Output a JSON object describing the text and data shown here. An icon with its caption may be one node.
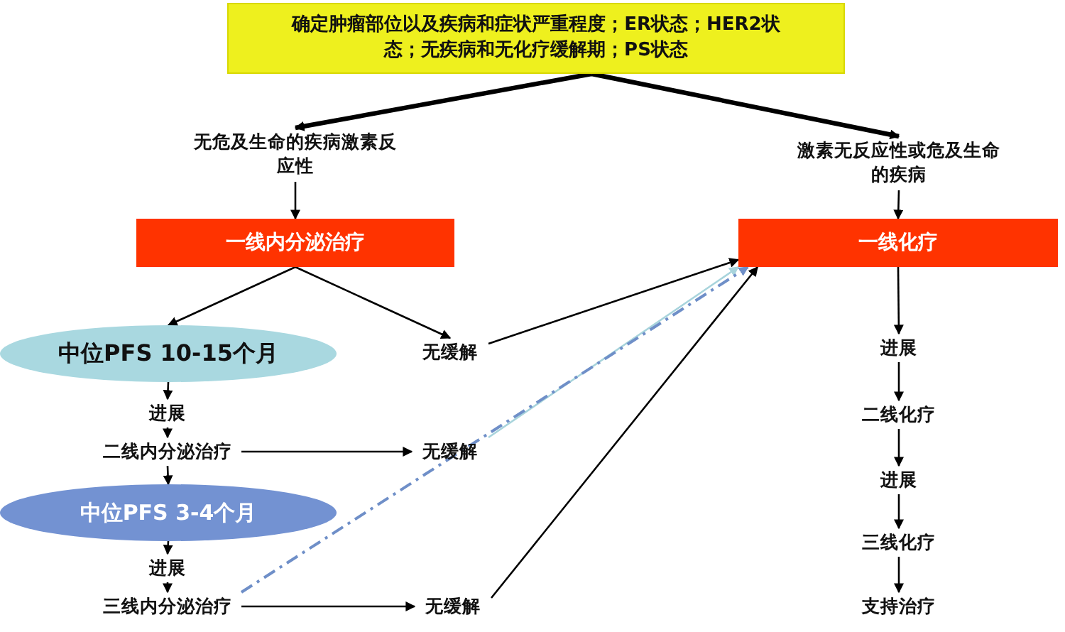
{
  "diagram": {
    "nodes": [
      {
        "text": [
          "确定肿瘤部位以及疾病和症状严重程度；ER状态；HER2状态；无疾病和无化疗缓解期；PS状态"
        ]
      },
      {
        "text": [
          "无危及生命的疾病激素反应性"
        ]
      },
      {
        "text": [
          "激素无反应性或危及生命的疾病"
        ]
      },
      {
        "text": [
          "一线内分泌治疗"
        ]
      },
      {
        "text": [
          "一线化疗"
        ]
      },
      {
        "text": [
          "中位PFS 10-15个月"
        ]
      },
      {
        "text": [
          "无缓解"
        ]
      },
      {
        "text": [
          "进展"
        ]
      },
      {
        "text": [
          "二线内分泌治疗"
        ]
      },
      {
        "text": [
          "无缓解"
        ]
      },
      {
        "text": [
          "中位PFS 3-4个月"
        ]
      },
      {
        "text": [
          "进展"
        ]
      },
      {
        "text": [
          "三线内分泌治疗"
        ]
      },
      {
        "text": [
          "无缓解"
        ]
      },
      {
        "text": [
          "进展"
        ]
      },
      {
        "text": [
          "二线化疗"
        ]
      },
      {
        "text": [
          "进展"
        ]
      },
      {
        "text": [
          "三线化疗"
        ]
      },
      {
        "text": [
          "支持治疗"
        ]
      }
    ],
    "edges": [
      {
        "from": 0,
        "to": 1,
        "arrow": "to",
        "style": "thick"
      },
      {
        "from": 0,
        "to": 2,
        "arrow": "to",
        "style": "thick"
      },
      {
        "from": 1,
        "to": 3,
        "arrow": "to"
      },
      {
        "from": 2,
        "to": 4,
        "arrow": "to"
      },
      {
        "from": 3,
        "to": 5,
        "arrow": "to"
      },
      {
        "from": 3,
        "to": 6,
        "arrow": "to"
      },
      {
        "from": 6,
        "to": 4,
        "arrow": "to"
      },
      {
        "from": 5,
        "to": 7,
        "arrow": "to"
      },
      {
        "from": 7,
        "to": 8,
        "arrow": "to"
      },
      {
        "from": 8,
        "to": 10,
        "arrow": "to"
      },
      {
        "from": 10,
        "to": 11,
        "arrow": "to"
      },
      {
        "from": 11,
        "to": 12,
        "arrow": "to"
      },
      {
        "from": 8,
        "to": 9,
        "arrow": "to"
      },
      {
        "from": 12,
        "to": 13,
        "arrow": "to"
      },
      {
        "from": 9,
        "to": 4,
        "arrow": "to",
        "color": "#a8d4dc"
      },
      {
        "from": 12,
        "to": 4,
        "arrow": "to",
        "style": "dashed",
        "color": "#6f8fc8"
      },
      {
        "from": 13,
        "to": 4,
        "arrow": "to"
      },
      {
        "from": 4,
        "to": 14,
        "arrow": "to"
      },
      {
        "from": 14,
        "to": 15,
        "arrow": "to"
      },
      {
        "from": 15,
        "to": 16,
        "arrow": "to"
      },
      {
        "from": 16,
        "to": 17,
        "arrow": "to"
      },
      {
        "from": 17,
        "to": 18,
        "arrow": "to"
      }
    ]
  }
}
